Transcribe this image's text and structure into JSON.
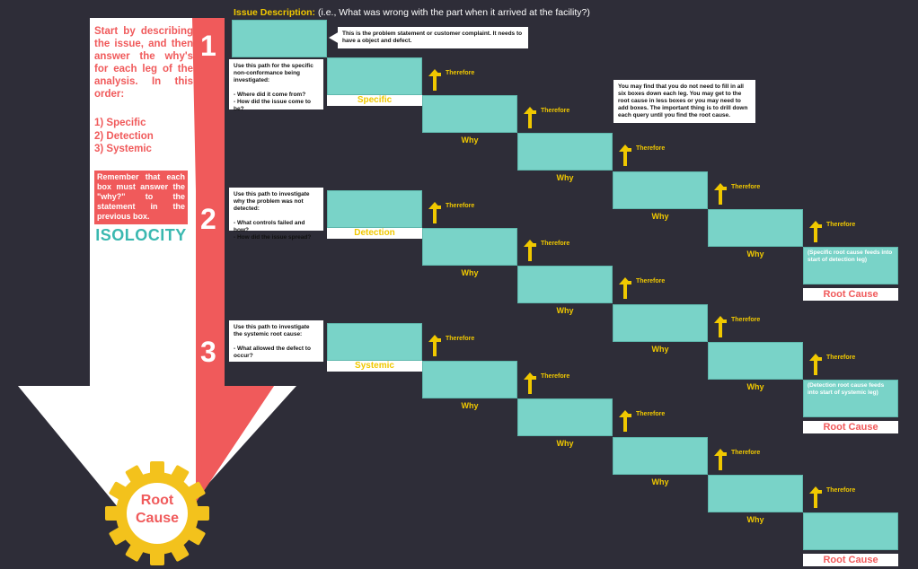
{
  "header": {
    "title": "Issue Description:",
    "subtitle": "(i.e., What was wrong with the part when it arrived at the facility?)"
  },
  "sidebar": {
    "intro": "Start by describing the issue, and then answer the why's for each leg of the analysis. In this order:",
    "order": [
      "1) Specific",
      "2) Detection",
      "3) Systemic"
    ],
    "reminder": "Remember that each box must answer the \"why?\" to the statement in the previous box.",
    "logo": "ISOLOCITY",
    "gear_label_1": "Root",
    "gear_label_2": "Cause"
  },
  "numbers": [
    "1",
    "2",
    "3"
  ],
  "notes": {
    "problem": "This is the problem statement or customer complaint. It needs to have a object and defect.",
    "specific": "Use this path for the specific non-conformance being investigated:\n\n- Where did it come from?\n- How did the issue come to be?",
    "detection": "Use this path to investigate why the problem was not detected:\n\n- What controls failed and how?\n- How did the issue spread?",
    "systemic": "Use this path to investigate the systemic root cause:\n\n- What allowed the defect to occur?",
    "tip": "You may find that you do not need to fill in all six boxes down each leg. You may get to the root cause in less boxes or you may need to add boxes. The important thing is to drill down each query until you find the root cause."
  },
  "legs": [
    {
      "start_label": "Specific",
      "root_note": "(Specific root cause feeds into start of detection leg)"
    },
    {
      "start_label": "Detection",
      "root_note": "(Detection root cause feeds into start of systemic leg)"
    },
    {
      "start_label": "Systemic",
      "root_note": ""
    }
  ],
  "labels": {
    "why": "Why",
    "therefore": "Therefore",
    "root_cause": "Root Cause"
  },
  "colors": {
    "background": "#2e2d38",
    "teal": "#79d3c8",
    "yellow": "#f0c800",
    "red": "#f05a5b"
  }
}
